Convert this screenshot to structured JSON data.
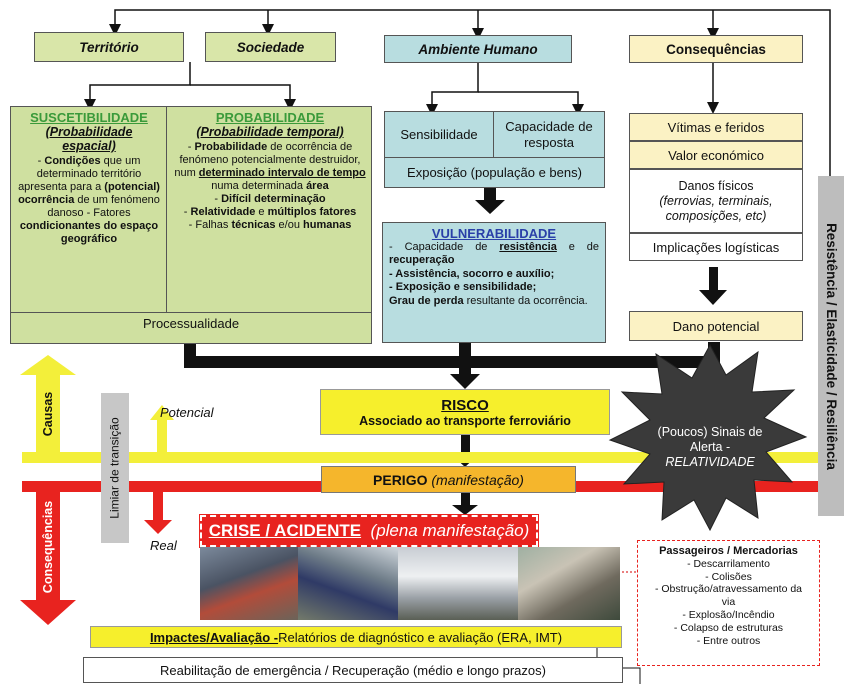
{
  "top": {
    "territorio": "Território",
    "sociedade": "Sociedade",
    "ambiente": "Ambiente Humano",
    "consequencias": "Consequências"
  },
  "susc": {
    "title": "SUSCETIBILIDADE",
    "sub1": "(Probabilidade",
    "sub2": "espacial)",
    "body": [
      {
        "t": "- ",
        "b": false
      },
      {
        "t": "Condições",
        "b": true
      },
      {
        "t": " que um determinado território apresenta para a ",
        "b": false
      },
      {
        "t": "(potencial) ocorrência",
        "b": true
      },
      {
        "t": " de um fenómeno danoso - Fatores ",
        "b": false
      },
      {
        "t": "condicionantes do espaço geográfico",
        "b": true
      }
    ]
  },
  "prob": {
    "title": "PROBABILIDADE",
    "sub": "(Probabilidade temporal)",
    "l1b": "Probabilidade",
    "l1": " de ocorrência de fenómeno potencialmente destruidor, num ",
    "l1c": "determinado intervalo de tempo",
    "l1d": " numa determinada ",
    "l1e": "área",
    "l2": "Difícil determinação",
    "l3a": "Relatividade",
    "l3b": " e ",
    "l3c": "múltiplos fatores",
    "l4a": "- Falhas ",
    "l4b": "técnicas",
    "l4c": " e/ou ",
    "l4d": "humanas"
  },
  "processualidade": "Processualidade",
  "sens": "Sensibilidade",
  "capacidade": "Capacidade de resposta",
  "exposicao": "Exposição (população e bens)",
  "vuln": {
    "title": "VULNERABILIDADE",
    "p1": "- Capacidade de ",
    "p1b": "resistência",
    "p1c": " e de ",
    "p1d": "recuperação",
    "p2": "- Assistência, socorro e auxílio;",
    "p3": "- Exposição e sensibilidade;",
    "p4b": "Grau de perda",
    "p4": " resultante da ocorrência."
  },
  "cons": {
    "vitimas": "Vítimas e feridos",
    "valor": "Valor económico",
    "danos": "Danos físicos",
    "danos_sub": "(ferrovias, terminais, composições, etc)",
    "implic": "Implicações logísticas",
    "dano_pot": "Dano potencial"
  },
  "resistencia": "Resistência / Elasticidade / Resiliência",
  "risco": {
    "title": "RISCO",
    "sub": "Associado ao transporte ferroviário"
  },
  "alerta": {
    "l1": "(Poucos) Sinais de",
    "l2": "Alerta -",
    "l3": "RELATIVIDADE"
  },
  "causas": "Causas",
  "consequencias_arrow": "Consequências",
  "limiar": "Limiar de transição",
  "potencial": "Potencial",
  "real": "Real",
  "perigo": {
    "a": "PERIGO",
    "b": "(manifestação)"
  },
  "crise": {
    "a": "CRISE / ACIDENTE",
    "b": "(plena manifestação)"
  },
  "passageiros": {
    "title": "Passageiros / Mercadorias",
    "items": [
      "- Descarrilamento",
      "- Colisões",
      "- Obstrução/atravessamento da via",
      "- Explosão/Incêndio",
      "- Colapso de estruturas",
      "- Entre outros"
    ]
  },
  "impactes": {
    "a": "Impactes/Avaliação -",
    "b": " Relatórios de diagnóstico e avaliação (ERA, IMT)"
  },
  "reabilitacao": "Reabilitação de emergência / Recuperação (médio e longo prazos)"
}
